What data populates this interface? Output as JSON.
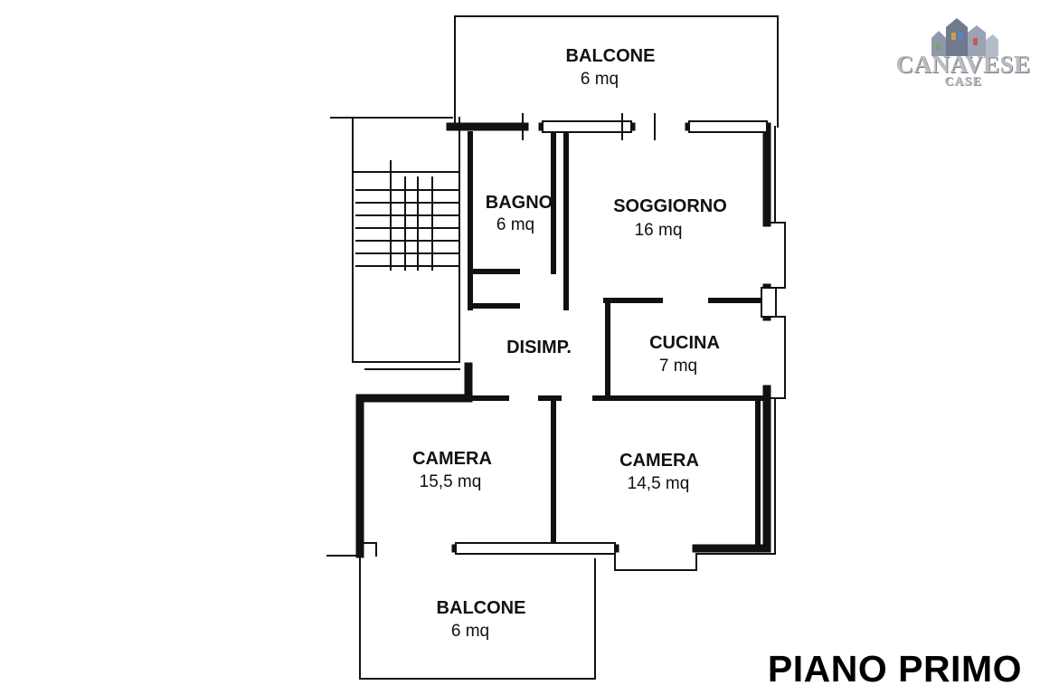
{
  "logo": {
    "name": "CANAVESE",
    "sub": "CASE"
  },
  "floor_title": "PIANO PRIMO",
  "rooms": {
    "balcone_top": {
      "name": "BALCONE",
      "area": "6 mq"
    },
    "bagno": {
      "name": "BAGNO",
      "area": "6 mq"
    },
    "soggiorno": {
      "name": "SOGGIORNO",
      "area": "16 mq"
    },
    "disimpegno": {
      "name": "DISIMP."
    },
    "cucina": {
      "name": "CUCINA",
      "area": "7 mq"
    },
    "camera_left": {
      "name": "CAMERA",
      "area": "15,5 mq"
    },
    "camera_right": {
      "name": "CAMERA",
      "area": "14,5 mq"
    },
    "balcone_bottom": {
      "name": "BALCONE",
      "area": "6 mq"
    }
  }
}
